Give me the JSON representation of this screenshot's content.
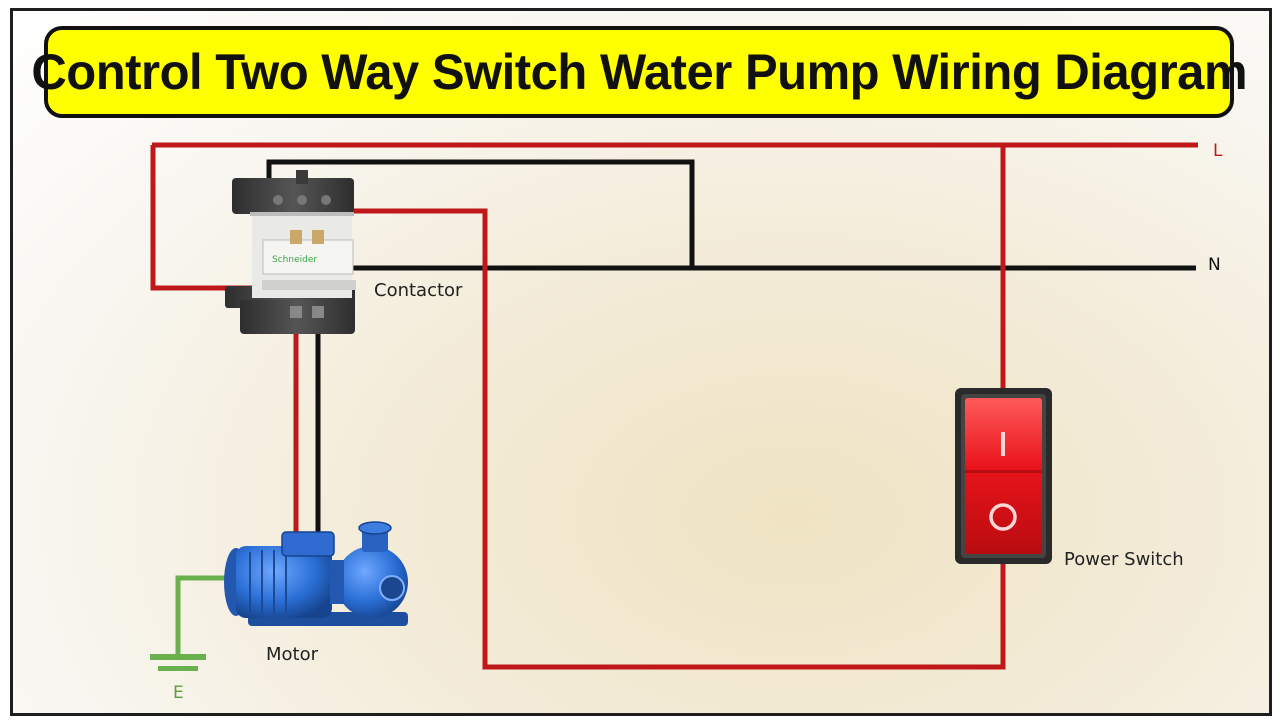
{
  "title": "Control Two Way Switch Water Pump Wiring Diagram",
  "labels": {
    "line": "L",
    "neutral": "N",
    "contactor": "Contactor",
    "motor": "Motor",
    "power_switch": "Power Switch",
    "earth": "E"
  },
  "switch_marks": {
    "on": "I",
    "off": "O"
  },
  "colors": {
    "title_bg": "#ffff00",
    "line_wire": "#c0171b",
    "neutral_wire": "#111111",
    "earth_wire": "#6ab04c",
    "switch_red": "#e8141b",
    "motor_blue": "#2b6fd6",
    "contactor_body": "#4a4a4a"
  },
  "icons": {
    "contactor": "contactor-icon",
    "motor": "water-pump-motor-icon",
    "switch": "rocker-switch-icon",
    "earth": "ground-symbol-icon"
  }
}
